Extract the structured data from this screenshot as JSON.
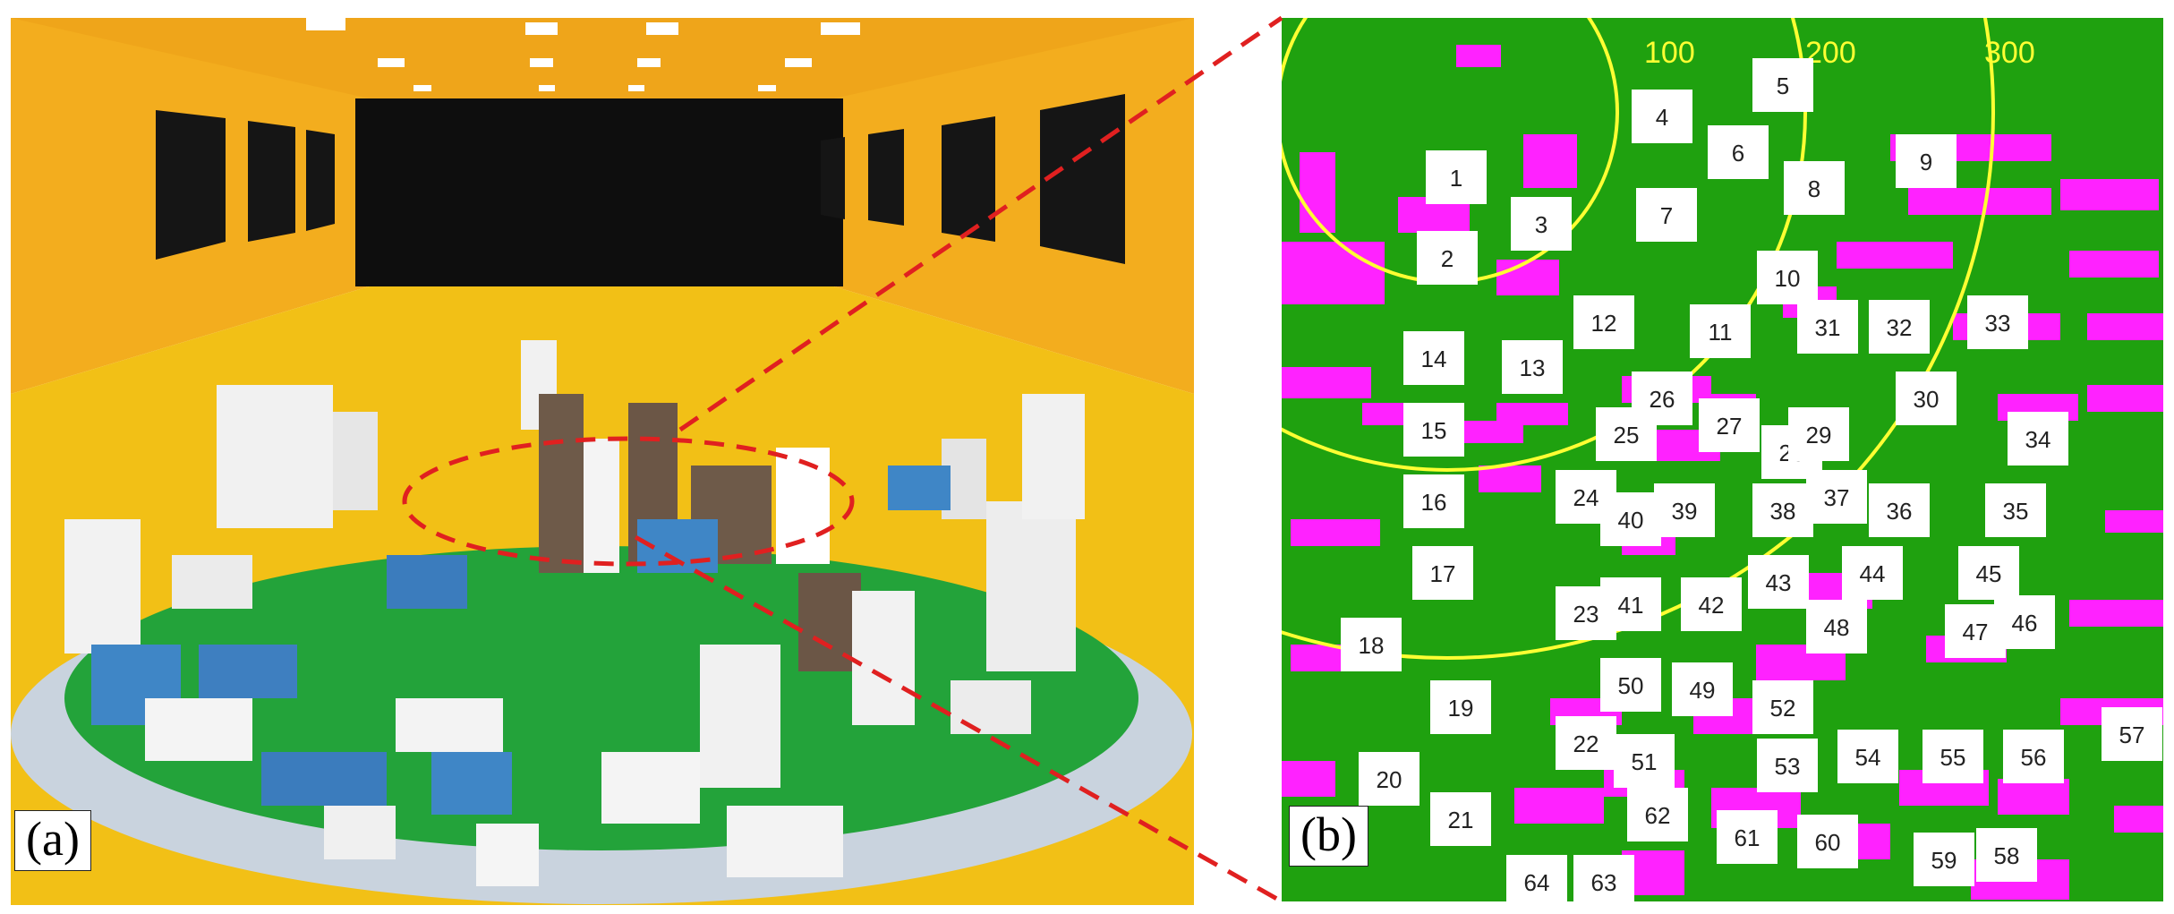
{
  "panels": {
    "a": {
      "label": "(a)"
    },
    "b": {
      "label": "(b)"
    }
  },
  "rings": [
    "100",
    "200",
    "300"
  ],
  "building_numbers": [
    "1",
    "2",
    "3",
    "4",
    "5",
    "6",
    "7",
    "8",
    "9",
    "10",
    "11",
    "12",
    "13",
    "14",
    "15",
    "16",
    "17",
    "18",
    "19",
    "20",
    "21",
    "22",
    "23",
    "24",
    "25",
    "26",
    "27",
    "28",
    "29",
    "30",
    "31",
    "32",
    "33",
    "34",
    "35",
    "36",
    "37",
    "38",
    "39",
    "40",
    "41",
    "42",
    "43",
    "44",
    "45",
    "46",
    "47",
    "48",
    "49",
    "50",
    "51",
    "52",
    "53",
    "54",
    "55",
    "56",
    "57",
    "58",
    "59",
    "60",
    "61",
    "62",
    "63",
    "64"
  ],
  "colors": {
    "wall": "#f5b01c",
    "floor": "#f2c318",
    "ground": "#1fa10f",
    "building": "#ff22ff",
    "ring": "#ffff33",
    "zoom_line": "#e02020"
  }
}
